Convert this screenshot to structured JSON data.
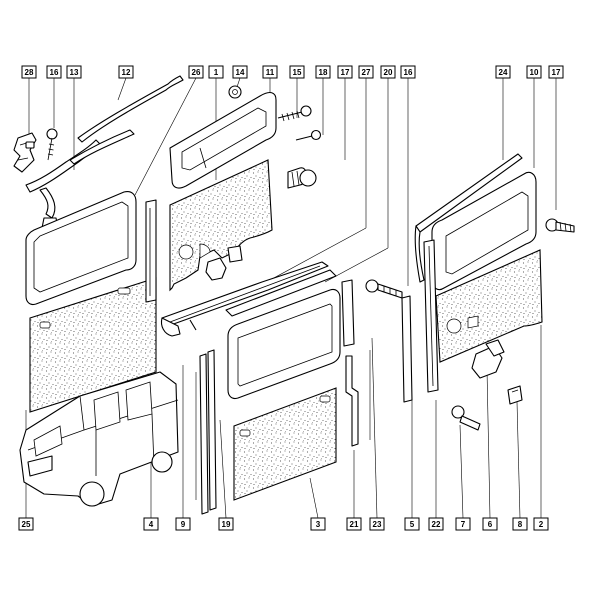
{
  "callouts": [
    {
      "id": "c28",
      "label": "28"
    },
    {
      "id": "c16a",
      "label": "16"
    },
    {
      "id": "c13",
      "label": "13"
    },
    {
      "id": "c12",
      "label": "12"
    },
    {
      "id": "c26",
      "label": "26"
    },
    {
      "id": "c1",
      "label": "1"
    },
    {
      "id": "c14",
      "label": "14"
    },
    {
      "id": "c11",
      "label": "11"
    },
    {
      "id": "c15",
      "label": "15"
    },
    {
      "id": "c18",
      "label": "18"
    },
    {
      "id": "c17a",
      "label": "17"
    },
    {
      "id": "c27",
      "label": "27"
    },
    {
      "id": "c20",
      "label": "20"
    },
    {
      "id": "c16b",
      "label": "16"
    },
    {
      "id": "c24",
      "label": "24"
    },
    {
      "id": "c10",
      "label": "10"
    },
    {
      "id": "c17b",
      "label": "17"
    },
    {
      "id": "c25",
      "label": "25"
    },
    {
      "id": "c4",
      "label": "4"
    },
    {
      "id": "c9",
      "label": "9"
    },
    {
      "id": "c19",
      "label": "19"
    },
    {
      "id": "c3",
      "label": "3"
    },
    {
      "id": "c21",
      "label": "21"
    },
    {
      "id": "c23",
      "label": "23"
    },
    {
      "id": "c5",
      "label": "5"
    },
    {
      "id": "c22",
      "label": "22"
    },
    {
      "id": "c7",
      "label": "7"
    },
    {
      "id": "c6",
      "label": "6"
    },
    {
      "id": "c8",
      "label": "8"
    },
    {
      "id": "c2",
      "label": "2"
    }
  ]
}
